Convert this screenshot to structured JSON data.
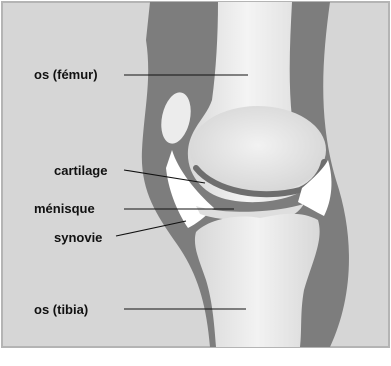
{
  "labels": {
    "femur": "os (fémur)",
    "cartilage": "cartilage",
    "menisque": "ménisque",
    "synovie": "synovie",
    "tibia": "os (tibia)"
  },
  "colors": {
    "background": "#d6d6d6",
    "soft_tissue": "#7d7d7d",
    "bone": "#e3e3e3",
    "bone_highlight": "#f6f6f6",
    "cartilage": "#6e6e6e",
    "menisque": "#dedede",
    "synovie": "#ffffff"
  }
}
